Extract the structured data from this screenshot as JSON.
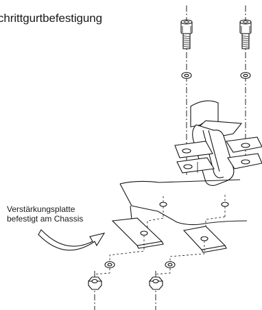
{
  "title": "chrittgurtbefestigung",
  "callout": {
    "line1": "Verstärkungsplatte",
    "line2": "befestigt am Chassis"
  },
  "colors": {
    "line": "#111111",
    "background": "#ffffff"
  }
}
